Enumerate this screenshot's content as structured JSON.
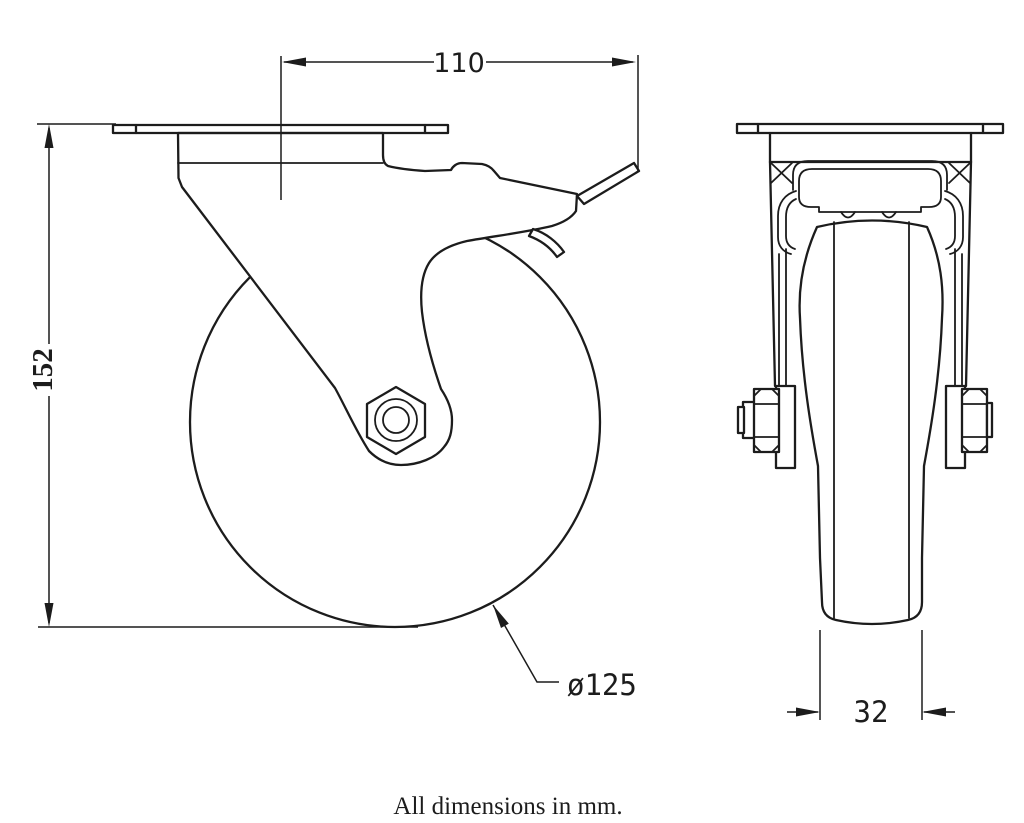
{
  "drawing": {
    "dimensions": {
      "plate_offset": "110",
      "overall_height": "152",
      "wheel_diameter": "ø125",
      "tread_width": "32"
    },
    "caption": "All dimensions in mm.",
    "colors": {
      "line": "#1c1c1c",
      "background": "#ffffff"
    }
  }
}
